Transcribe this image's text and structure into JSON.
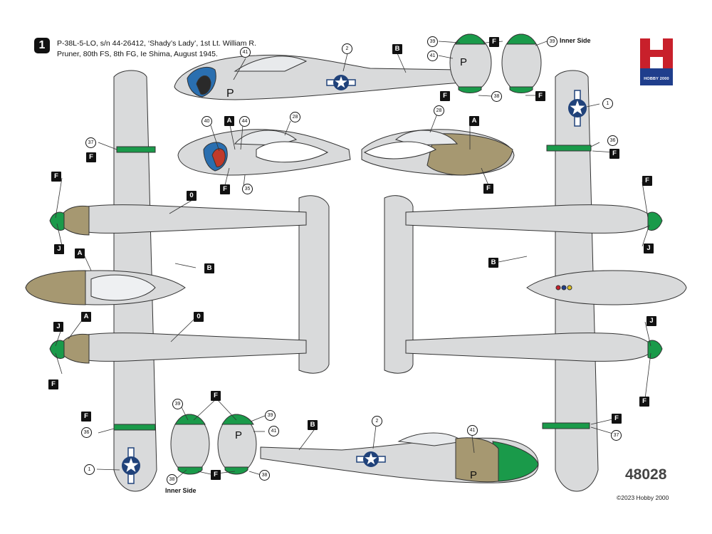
{
  "header": {
    "sheet_number": "1",
    "caption": "P-38L-5-LO, s/n 44-26412, ‘Shady’s Lady’, 1st Lt. William R. Pruner, 80th FS, 8th FG, Ie Shima, August 1945."
  },
  "logo": {
    "letter": "H",
    "brand": "HOBBY 2000"
  },
  "footer": {
    "kit_number": "48028",
    "copyright": "©2023 Hobby 2000"
  },
  "labels": {
    "inner_side_top": "Inner Side",
    "inner_side_bottom": "Inner Side"
  },
  "tags": {
    "b_top": "B",
    "f_top_cowl_upper": "F",
    "f_top_cowl_l": "F",
    "f_top_cowl_r": "F",
    "a_nose_l": "A",
    "f_nose_l": "F",
    "a_nose_r": "A",
    "f_nose_r": "F",
    "f_wing_tl": "F",
    "f_spinner_tl": "F",
    "j_spinner_tl": "J",
    "a_top_l": "A",
    "b_top_wing": "B",
    "o_top_1": "0",
    "a_top_l2": "A",
    "j_spinner_bl": "J",
    "f_spinner_bl": "F",
    "o_top_2": "0",
    "f_wing_bl": "F",
    "f_bot_cowl_upper": "F",
    "f_bot_cowl_lower": "F",
    "b_bottom": "B",
    "f_wing_tr": "F",
    "f_spinner_tr": "F",
    "j_spinner_tr": "J",
    "b_under": "B",
    "j_spinner_br": "J",
    "f_spinner_br": "F",
    "f_wing_br": "F"
  },
  "callouts": {
    "c41_top": "41",
    "c2_top": "2",
    "c39_cowl_l": "39",
    "c41_cowl_l": "41",
    "c39_cowl_r": "39",
    "c38_cowl_l": "38",
    "c40_nose": "40",
    "c44_nose": "44",
    "c28_nose_l": "28",
    "c35_nose": "35",
    "c28_nose_r": "28",
    "c37_wing_tl": "37",
    "c36_wing_bl": "36",
    "c1_bl": "1",
    "c1_tr": "1",
    "c36_tr": "36",
    "c37_br": "37",
    "c39_bcowl_l": "39",
    "c39_bcowl_r": "39",
    "c41_bcowl": "41",
    "c38_bcowl_l": "38",
    "c38_bcowl_r": "38",
    "c2_bottom": "2",
    "c41_bottom": "41"
  },
  "markings": {
    "code_letter": "P"
  },
  "colors": {
    "aircraft_silver": "#d9dadb",
    "outline": "#333333",
    "olive_drab": "#a69871",
    "trim_green": "#1a9a4a",
    "insignia_blue": "#20427a",
    "logo_red": "#c8202b",
    "logo_blue": "#1f3e8c"
  }
}
